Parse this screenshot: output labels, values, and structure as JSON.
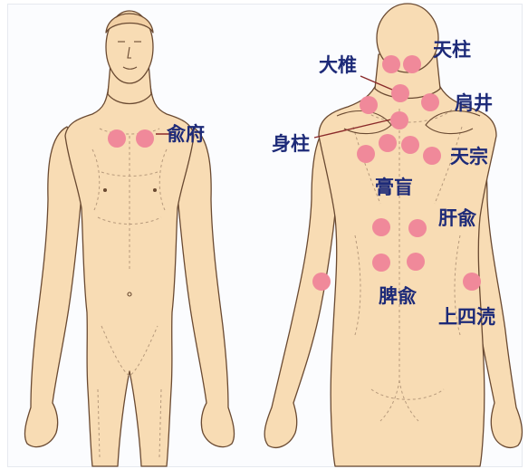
{
  "colors": {
    "skin": "#f8dcb4",
    "outline": "#6a4a32",
    "muscle_line": "#b79a7c",
    "acupoint": "#f0899a",
    "label_text": "#1d2a78",
    "pointer": "#8a2a2a"
  },
  "labels": {
    "yufu": "兪府",
    "dazhui": "大椎",
    "tianzhu": "天柱",
    "jianjing": "肩井",
    "shenzhu": "身柱",
    "tianzong": "天宗",
    "gaohuang": "膏盲",
    "ganyu": "肝兪",
    "piyu": "脾兪",
    "shangsiwan": "上四涜"
  }
}
